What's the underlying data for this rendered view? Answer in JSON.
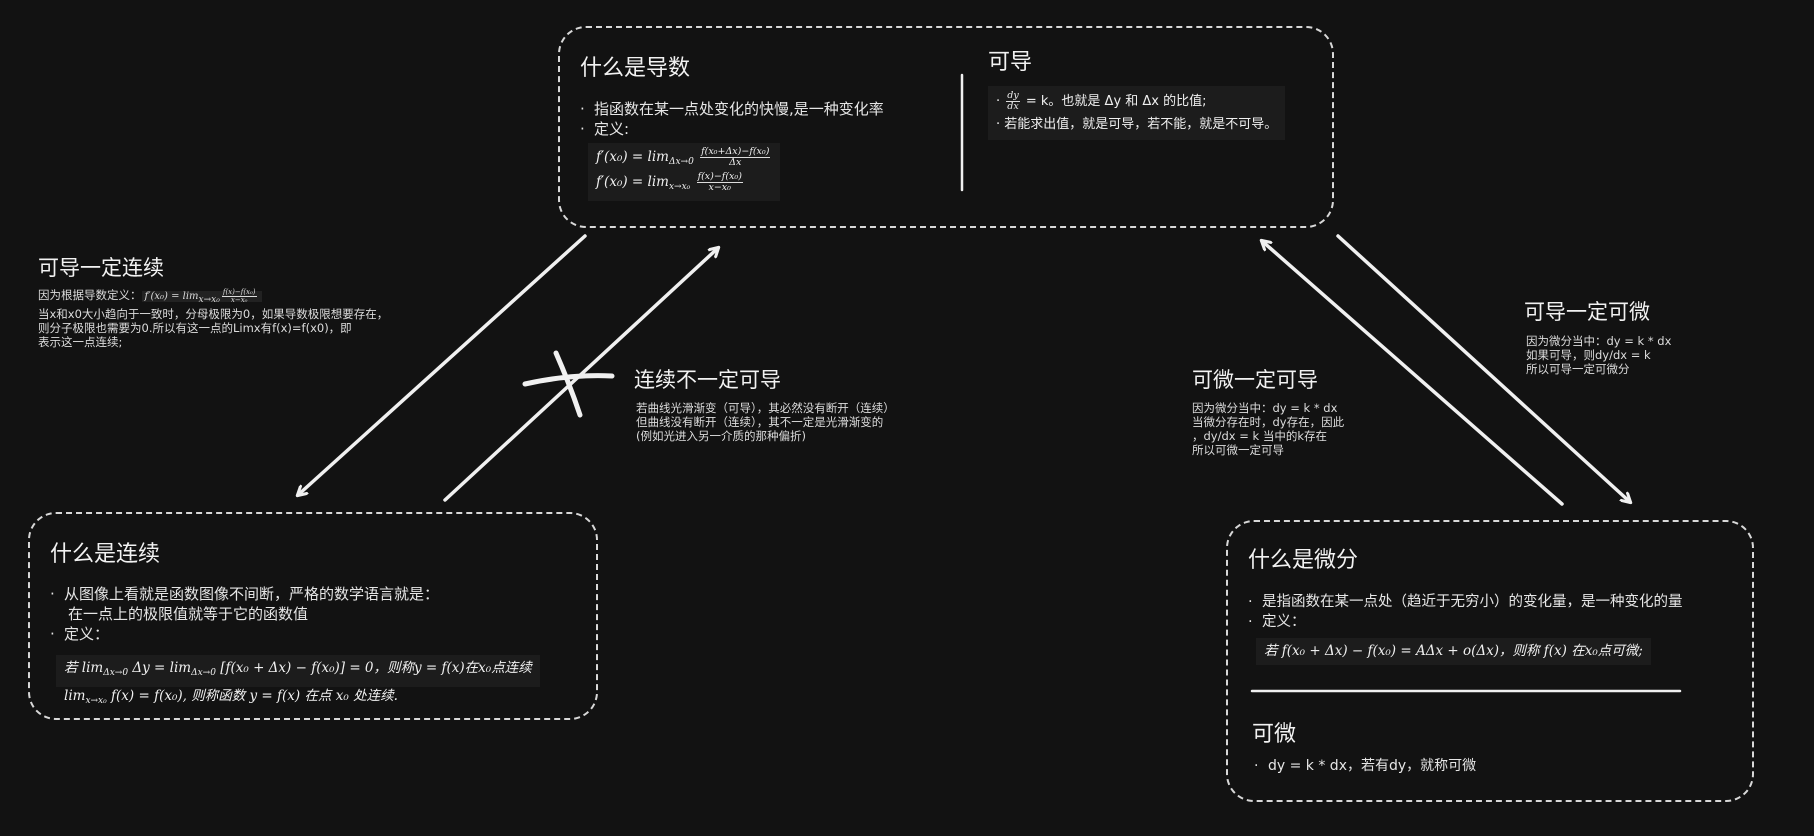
{
  "derivative": {
    "title": "什么是导数",
    "bullets": [
      "指函数在某一点处变化的快慢,是一种变化率",
      "定义:"
    ],
    "formula1_lhs": "f′(x₀) = lim",
    "formula1_sub": "Δx→0",
    "formula1_num": "f(x₀+Δx)−f(x₀)",
    "formula1_den": "Δx",
    "formula2_lhs": "f′(x₀) = lim",
    "formula2_sub": "x→x₀",
    "formula2_num": "f(x)−f(x₀)",
    "formula2_den": "x−x₀"
  },
  "differentiable": {
    "title": "可导",
    "line1_frac_num": "dy",
    "line1_frac_den": "dx",
    "line1_rest": "= k。也就是 Δy 和 Δx 的比值;",
    "line2": "若能求出值，就是可导，若不能，就是不可导。"
  },
  "continuity": {
    "title": "什么是连续",
    "bullet1_a": "从图像上看就是函数图像不间断，严格的数学语言就是：",
    "bullet1_b": "在一点上的极限值就等于它的函数值",
    "bullet2": "定义：",
    "formula1": "若 lim",
    "formula1_sub": "Δx→0",
    "formula1_rest": "Δy = lim",
    "formula1_sub2": "Δx→0",
    "formula1_rest2": "[f(x₀ + Δx) − f(x₀)] = 0，则称y = f(x)在x₀点连续",
    "formula2": "lim",
    "formula2_sub": "x→x₀",
    "formula2_rest": "f(x) = f(x₀), 则称函数 y = f(x) 在点 x₀ 处连续."
  },
  "differential": {
    "title": "什么是微分",
    "bullet1": "是指函数在某一点处（趋近于无穷小）的变化量，是一种变化的量",
    "bullet2": "定义：",
    "formula": "若 f(x₀ + Δx) − f(x₀) = AΔx + o(Δx)，则称 f(x) 在x₀点可微;",
    "sub_title": "可微",
    "sub_line": "dy = k * dx，若有dy，就称可微"
  },
  "labels": {
    "diff_implies_cont_title": "可导一定连续",
    "diff_implies_cont_l1_a": "因为根据导数定义：",
    "diff_implies_cont_l1_b": "f′(x₀) = lim",
    "diff_implies_cont_l1_sub": "x→x₀",
    "diff_implies_cont_l1_num": "f(x)−f(x₀)",
    "diff_implies_cont_l1_den": "x−x₀",
    "diff_implies_cont_l2": "当x和x0大小趋向于一致时，分母极限为0，如果导数极限想要存在，",
    "diff_implies_cont_l3": "则分子极限也需要为0.所以有这一点的Limx有f(x)=f(x0)，即",
    "diff_implies_cont_l4": "表示这一点连续;",
    "cont_not_diff_title": "连续不一定可导",
    "cont_not_diff_l1": "若曲线光滑渐变（可导），其必然没有断开（连续）",
    "cont_not_diff_l2": "但曲线没有断开（连续），其不一定是光滑渐变的",
    "cont_not_diff_l3": "(例如光进入另一介质的那种偏折)",
    "differential_implies_diff_title": "可微一定可导",
    "differential_implies_diff_l1": "因为微分当中：dy = k * dx",
    "differential_implies_diff_l2": "当微分存在时，dy存在，因此",
    "differential_implies_diff_l3": "，dy/dx = k 当中的k存在",
    "differential_implies_diff_l4": "所以可微一定可导",
    "diff_implies_differential_title": "可导一定可微",
    "diff_implies_differential_l1": "因为微分当中：dy = k * dx",
    "diff_implies_differential_l2": "如果可导，则dy/dx = k",
    "diff_implies_differential_l3": "所以可导一定可微分"
  },
  "colors": {
    "background": "#121212",
    "stroke": "#f0f0f0",
    "dashed_border": "#d8d8d8"
  }
}
